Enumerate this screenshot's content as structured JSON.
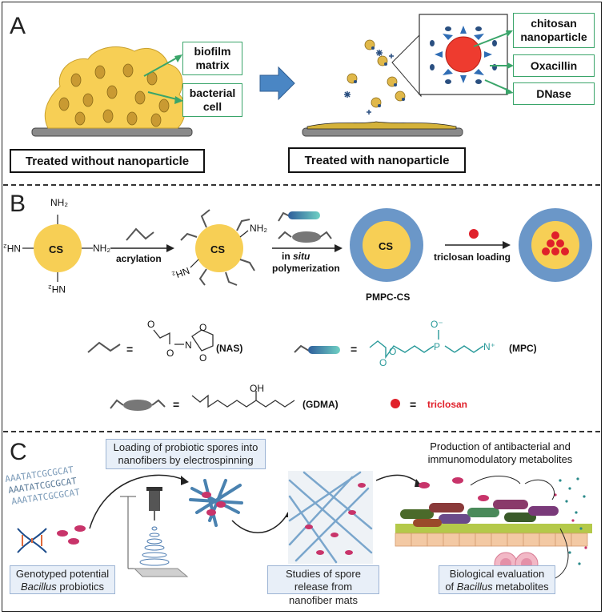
{
  "panels": {
    "a": "A",
    "b": "B",
    "c": "C"
  },
  "panel_a": {
    "label_biofilm": "biofilm\nmatrix",
    "label_cell": "bacterial\ncell",
    "label_chitosan": "chitosan\nnanoparticle",
    "label_oxacillin": "Oxacillin",
    "label_dnase": "DNase",
    "caption_without": "Treated without nanoparticle",
    "caption_with": "Treated with nanoparticle"
  },
  "panel_b": {
    "cs": "CS",
    "nh2": "NH₂",
    "acrylation": "acrylation",
    "in_situ_1": "in ",
    "in_situ_2": "situ",
    "in_situ_3": "polymerization",
    "triclosan_loading": "triclosan loading",
    "pmpc_cs": "PMPC-CS",
    "equals": "=",
    "nas": "(NAS)",
    "mpc": "(MPC)",
    "gdma": "(GDMA)",
    "triclosan": "triclosan",
    "atom_o": "O",
    "atom_n": "N",
    "atom_p": "P",
    "atom_oh": "OH",
    "atom_n_plus": "N⁺",
    "atom_o_minus": "O⁻"
  },
  "panel_c": {
    "loading": "Loading of probiotic spores into nanofibers by electrospinning",
    "production": "Production of antibacterial and immunomodulatory metabolites",
    "sequence_1": "AAATATCGCGCAT",
    "sequence_2": "AAATATCGCGCAT",
    "sequence_3": "AAATATCGCGCAT",
    "genotyped_1": "Genotyped potential",
    "genotyped_2": "Bacillus",
    "genotyped_3": " probiotics",
    "studies": "Studies of spore release from nanofiber mats",
    "bio_1": "Biological evaluation",
    "bio_2": "of ",
    "bio_3": "Bacillus",
    "bio_4": " metabolites"
  },
  "colors": {
    "cs_yellow": "#f7cf55",
    "shell_blue": "#6b97c8",
    "triclosan_red": "#e0202a",
    "green_box": "#3aa56a",
    "teal": "#2a9a9a",
    "callout_blue": "#e8eff8"
  }
}
